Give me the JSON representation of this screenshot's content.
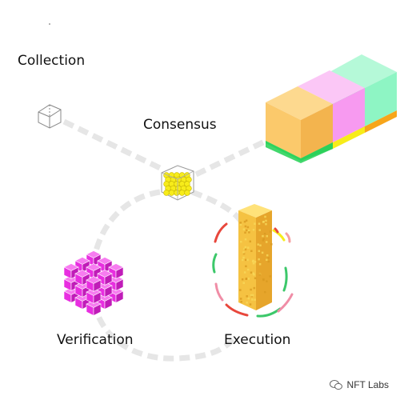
{
  "nodes": {
    "collection": {
      "label": "Collection"
    },
    "consensus": {
      "label": "Consensus"
    },
    "verification": {
      "label": "Verification"
    },
    "execution": {
      "label": "Execution"
    }
  },
  "watermark": {
    "text": "NFT Labs"
  },
  "colors": {
    "path": "#e6e6e6",
    "consensus_cube": "#f7ec1a",
    "verification_cube": "#e82ee0",
    "execution_column": "#f5c242",
    "chain_block_1": "#fbc96b",
    "chain_block_2": "#f79af0",
    "chain_block_3": "#8ef5c4",
    "chain_stripe_1": "#2ed35c",
    "chain_stripe_2": "#f7ec1a",
    "chain_stripe_3": "#f7a51a"
  }
}
